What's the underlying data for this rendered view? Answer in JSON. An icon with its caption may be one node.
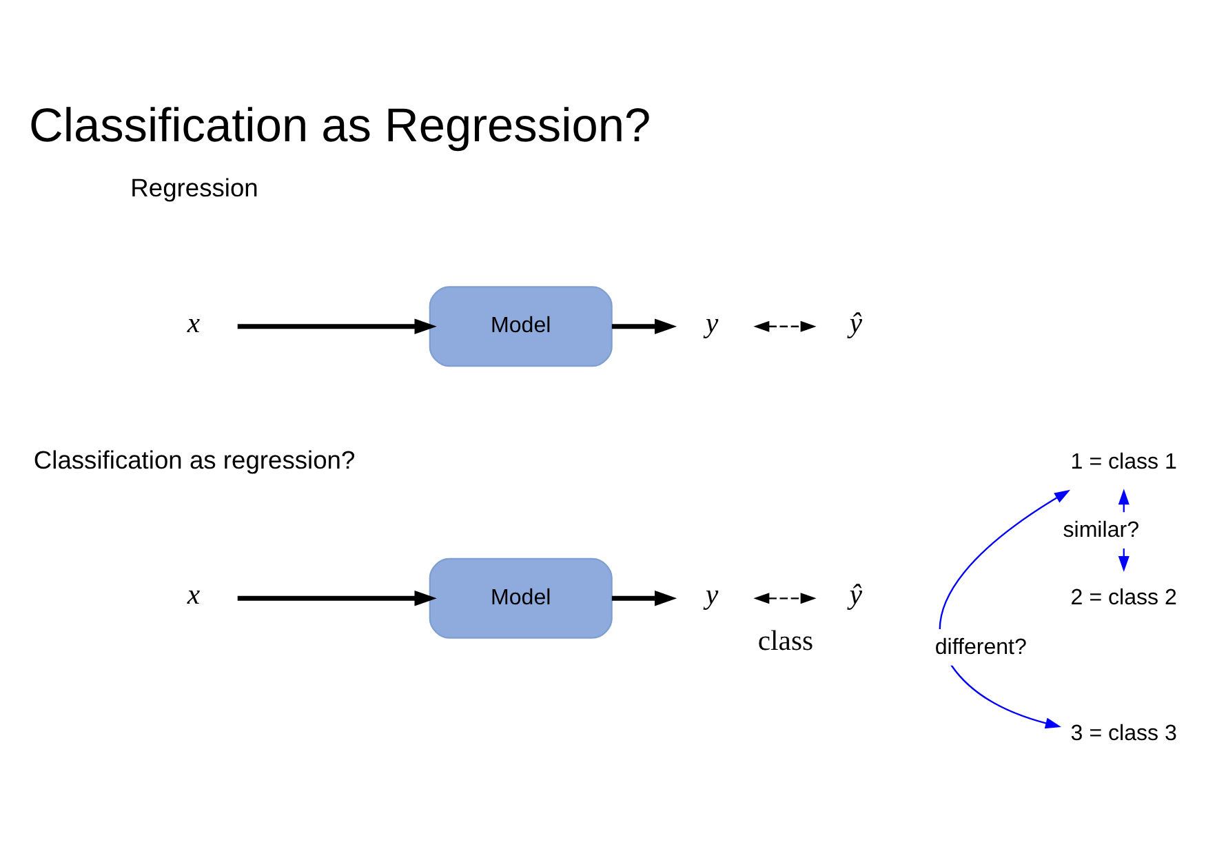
{
  "diagram": {
    "title": "Classification as Regression?",
    "nodes": [
      {
        "text": [
          "x"
        ]
      },
      {
        "text": [
          "Model"
        ]
      },
      {
        "text": [
          "y"
        ]
      },
      {
        "text": [
          "ŷ"
        ]
      },
      {
        "text": [
          "x"
        ]
      },
      {
        "text": [
          "Model"
        ]
      },
      {
        "text": [
          "y"
        ]
      },
      {
        "text": [
          "ŷ"
        ],
        "beside": [
          "class"
        ]
      },
      {
        "text": [
          "1 = class 1"
        ]
      },
      {
        "text": [
          "2 = class 2"
        ]
      },
      {
        "text": [
          "3 = class 3"
        ]
      }
    ],
    "edges": [
      {
        "from": 0,
        "to": 1,
        "arrow": "to",
        "style": "thick"
      },
      {
        "from": 1,
        "to": 2,
        "arrow": "to",
        "style": "thick"
      },
      {
        "from": 2,
        "to": 3,
        "arrow": "both",
        "style": "dashed"
      },
      {
        "from": 4,
        "to": 5,
        "arrow": "to",
        "style": "thick"
      },
      {
        "from": 5,
        "to": 6,
        "arrow": "to",
        "style": "thick"
      },
      {
        "from": 6,
        "to": 7,
        "arrow": "both",
        "style": "dashed"
      },
      {
        "from": 8,
        "to": 10,
        "arrow": "both",
        "label": "different?",
        "color": "#0000ff"
      },
      {
        "from": 8,
        "to": 9,
        "arrow": "both",
        "label": "similar?",
        "color": "#0000ff"
      }
    ],
    "labels": [
      "Regression",
      "Classification as regression?"
    ]
  }
}
